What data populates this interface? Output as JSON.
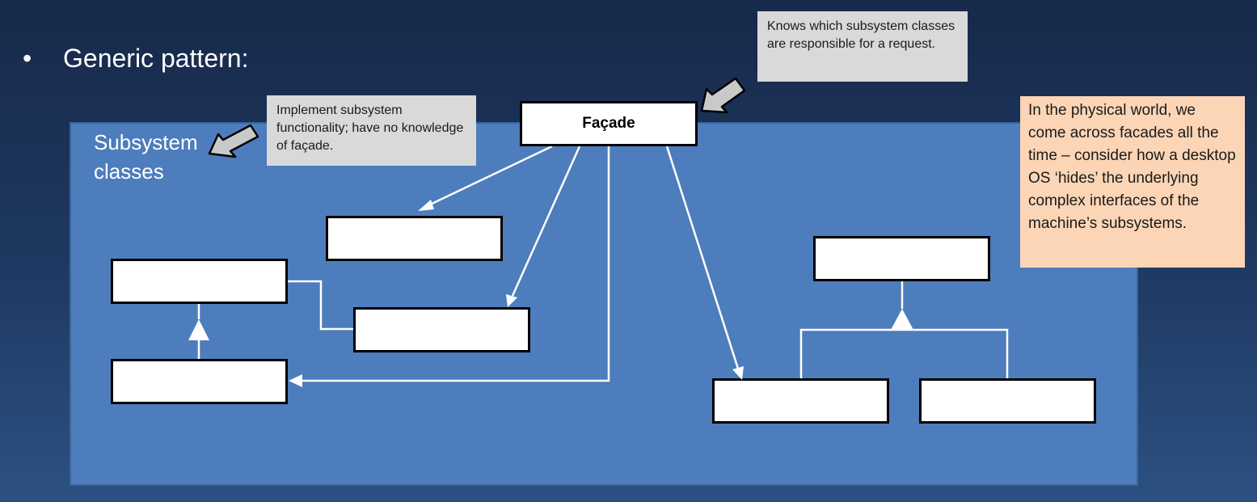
{
  "slide": {
    "bullet_marker": "•",
    "bullet_text": "Generic pattern:"
  },
  "diagram": {
    "subsystem_label": "Subsystem classes",
    "facade_label": "Façade",
    "callout_facade": "Knows which subsystem classes are responsible for a request.",
    "callout_subsystem": "Implement subsystem functionality; have no knowledge of façade."
  },
  "note": {
    "text": "In the physical world, we come across facades all the time – consider how a desktop OS ‘hides’ the underlying complex interfaces of the machine’s subsystems."
  },
  "colors": {
    "background": "#1f3a63",
    "panel": "#4d7dbc",
    "callout": "#d9d9d9",
    "note": "#fbd5b5"
  }
}
